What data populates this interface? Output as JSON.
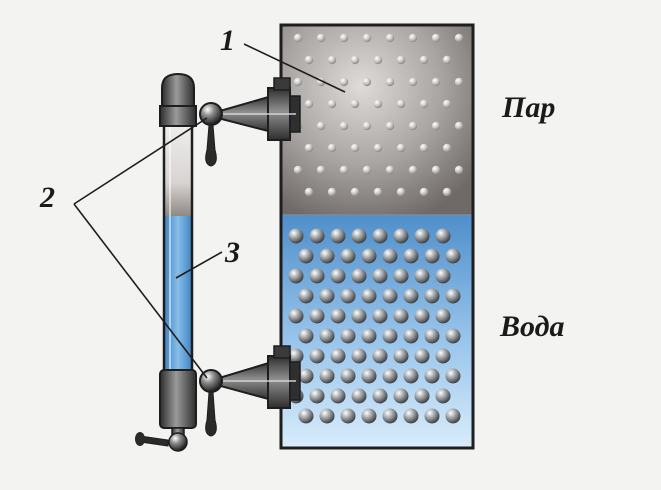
{
  "labels": {
    "callout_1": "1",
    "callout_2": "2",
    "callout_3": "3",
    "steam": "Пар",
    "water": "Вода"
  },
  "colors": {
    "steam_dark": "#6f6a67",
    "steam_light": "#d9d6d4",
    "water_dark": "#5d9ad0",
    "water_light": "#d9ecfa",
    "outline": "#1e1e1e",
    "metal": "#4d4d4d",
    "tube_water": "#5e9fd6"
  },
  "icons": {
    "steam_particle": "small-dot",
    "water_particle": "sphere",
    "valve": "tap-valve",
    "handle": "drip-handle"
  }
}
